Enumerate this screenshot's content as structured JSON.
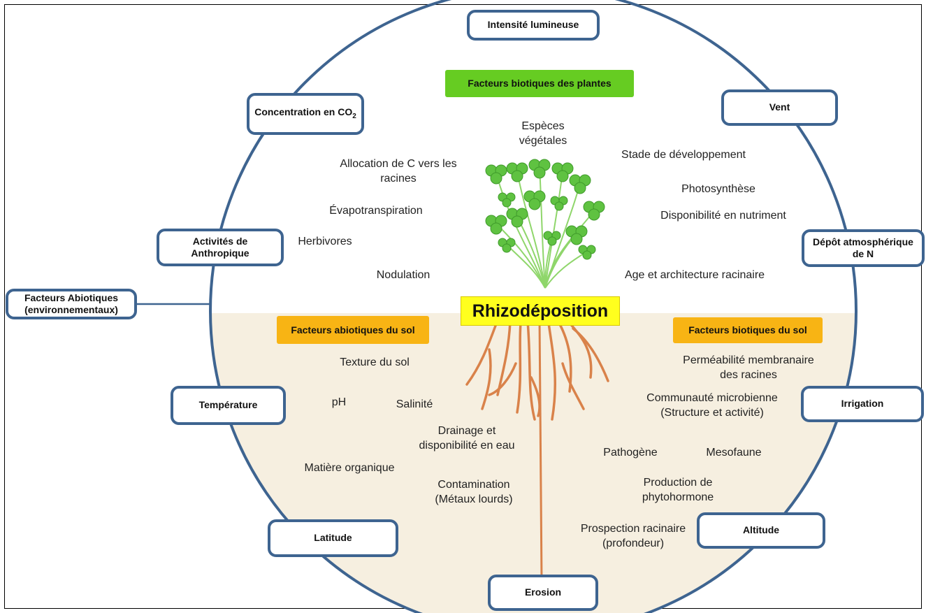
{
  "center": {
    "title": "Rhizodéposition"
  },
  "outer_factors": {
    "light": "Intensité lumineuse",
    "co2_main": "Concentration en CO",
    "co2_sub": "2",
    "wind": "Vent",
    "human": "Activités de Anthropique",
    "n_deposition": "Dépôt atmosphérique de N",
    "abiotic": "Facteurs Abiotiques (environnementaux)",
    "temperature": "Température",
    "irrigation": "Irrigation",
    "latitude": "Latitude",
    "altitude": "Altitude",
    "erosion": "Erosion"
  },
  "headers": {
    "plant_biotic": "Facteurs biotiques des plantes",
    "soil_abiotic": "Facteurs abiotiques du sol",
    "soil_biotic": "Facteurs biotiques du sol"
  },
  "plant_factors": {
    "species_1": "Espèces",
    "species_2": "végétales",
    "carbon_1": "Allocation de C vers les",
    "carbon_2": "racines",
    "evapo": "Évapotranspiration",
    "herbivores": "Herbivores",
    "nodulation": "Nodulation",
    "dev_stage": "Stade de développement",
    "photosynthesis": "Photosynthèse",
    "nutrient": "Disponibilité en nutriment",
    "root_age": "Age et architecture racinaire"
  },
  "soil_abiotic_factors": {
    "texture": "Texture du sol",
    "ph": "pH",
    "salinity": "Salinité",
    "drainage_1": "Drainage et",
    "drainage_2": "disponibilité en eau",
    "organic": "Matière organique",
    "contam_1": "Contamination",
    "contam_2": "(Métaux lourds)"
  },
  "soil_biotic_factors": {
    "perm_1": "Perméabilité membranaire",
    "perm_2": "des racines",
    "micro_1": "Communauté microbienne",
    "micro_2": "(Structure et activité)",
    "pathogen": "Pathogène",
    "mesofauna": "Mesofaune",
    "phyto_1": "Production de",
    "phyto_2": "phytohormone",
    "prosp_1": "Prospection racinaire",
    "prosp_2": "(profondeur)"
  },
  "colors": {
    "box_border": "#3e6490",
    "circle_outline": "#3e6490",
    "soil_fill": "#f6efe0",
    "plant_header": "#66cc22",
    "soil_header": "#f8b414",
    "center_fill": "#ffff1e",
    "root_color": "#d9824a",
    "leaf_color": "#5fc241"
  }
}
